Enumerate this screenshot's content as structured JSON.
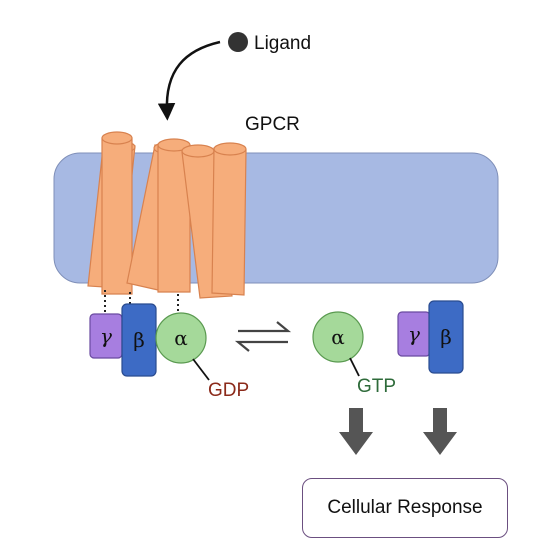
{
  "labels": {
    "ligand": "Ligand",
    "gpcr": "GPCR",
    "gdp": "GDP",
    "gtp": "GTP",
    "response": "Cellular Response",
    "alpha": "α",
    "beta": "β",
    "gamma": "γ"
  },
  "colors": {
    "membrane": "#a7b9e3",
    "helix": "#f6ad7b",
    "helix_edge": "#d8824f",
    "alpha": "#a5d99a",
    "beta": "#3d6bc5",
    "gamma": "#a77ee0",
    "gdp_text": "#8b2a1a",
    "gtp_text": "#2e6b3a",
    "arrow": "#555555",
    "ligand": "#333333"
  }
}
